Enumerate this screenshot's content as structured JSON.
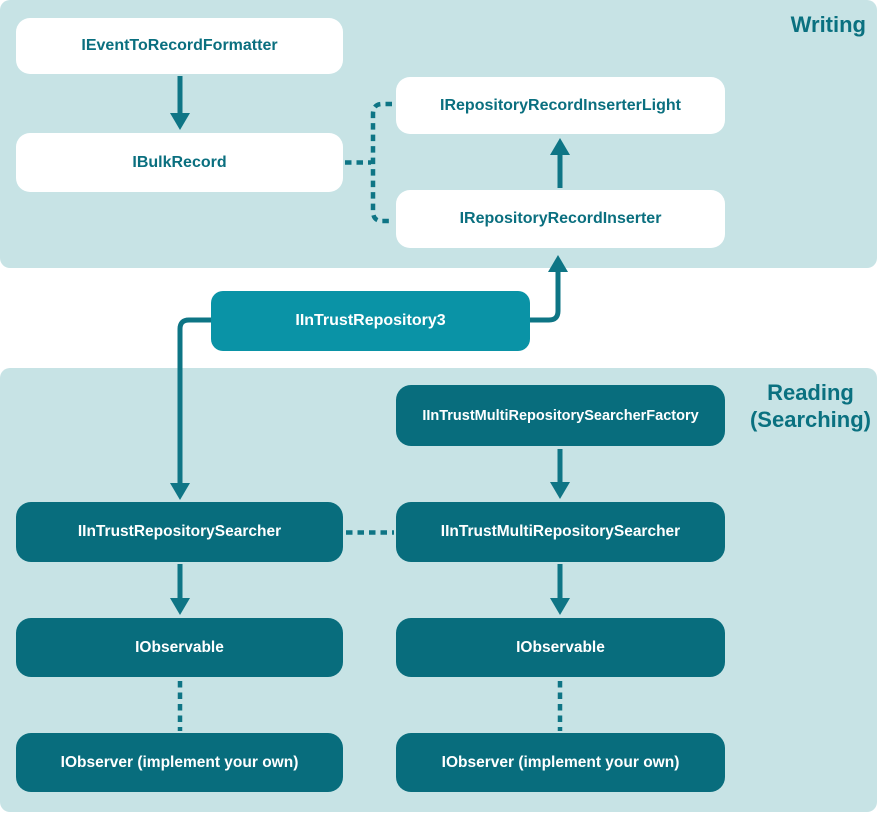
{
  "sections": {
    "writing": {
      "label": "Writing"
    },
    "reading": {
      "label_line1": "Reading",
      "label_line2": "(Searching)"
    }
  },
  "nodes": {
    "event_to_record_formatter": {
      "label": "IEventToRecordFormatter"
    },
    "bulk_record": {
      "label": "IBulkRecord"
    },
    "repository_record_inserter_light": {
      "label": "IRepositoryRecordInserterLight"
    },
    "repository_record_inserter": {
      "label": "IRepositoryRecordInserter"
    },
    "intrust_repository3": {
      "label": "IInTrustRepository3"
    },
    "intrust_multi_repository_searcher_factory": {
      "label": "IInTrustMultiRepositorySearcherFactory"
    },
    "intrust_repository_searcher": {
      "label": "IInTrustRepositorySearcher"
    },
    "intrust_multi_repository_searcher": {
      "label": "IInTrustMultiRepositorySearcher"
    },
    "observable_left": {
      "label": "IObservable"
    },
    "observable_right": {
      "label": "IObservable"
    },
    "observer_left": {
      "label": "IObserver (implement your own)"
    },
    "observer_right": {
      "label": "IObserver (implement your own)"
    }
  },
  "colors": {
    "section_background": "#c7e3e5",
    "node_dark_fill": "#086d7d",
    "node_accent_fill": "#0a93a6",
    "node_light_fill": "#ffffff",
    "node_light_text": "#0a6f7f",
    "node_dark_text": "#ffffff",
    "connector": "#0e7585",
    "section_label_text": "#0a7180",
    "page_background": "#ffffff"
  }
}
